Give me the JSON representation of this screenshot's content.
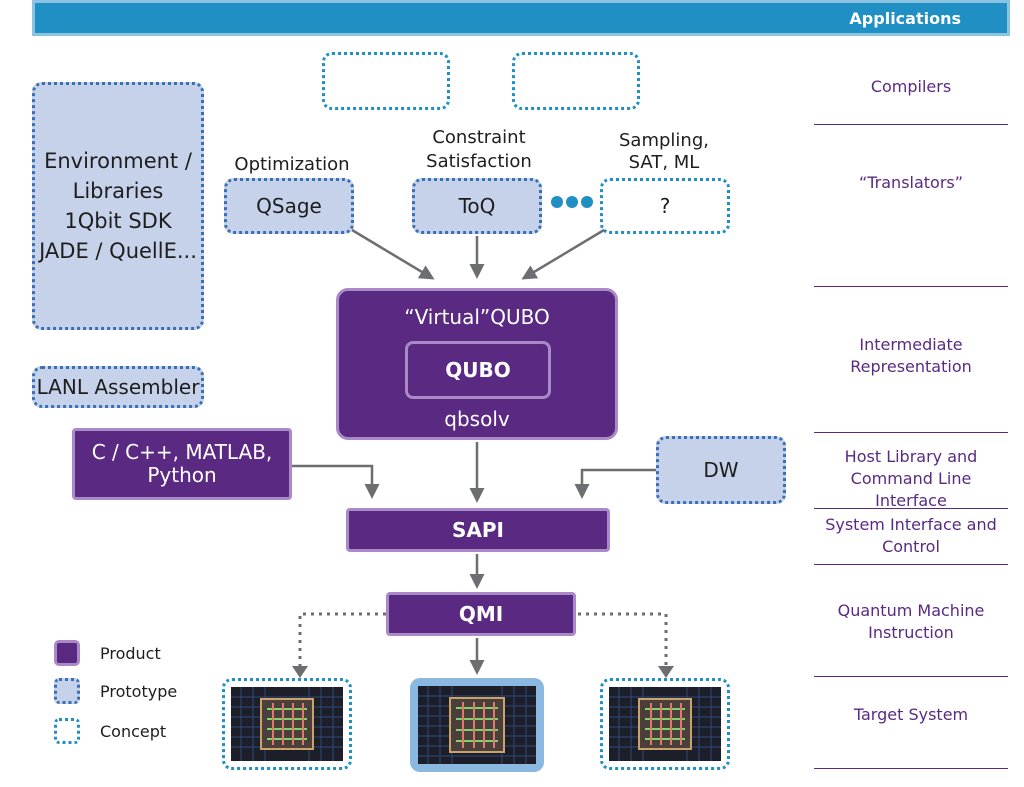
{
  "header": {
    "title": "Applications"
  },
  "layers": {
    "compilers": "Compilers",
    "translators": "“Translators”",
    "intermediate": "Intermediate Representation",
    "host": "Host Library and Command Line Interface",
    "system": "System Interface and Control",
    "qmi": "Quantum Machine Instruction",
    "target": "Target System"
  },
  "left": {
    "environment": [
      "Environment /",
      "Libraries",
      "1Qbit SDK",
      "JADE / QuellE..."
    ],
    "assembler": "LANL Assembler"
  },
  "translators": {
    "opt_label": "Optimization",
    "qsage": "QSage",
    "cs_label": [
      "Constraint",
      "Satisfaction"
    ],
    "toq": "ToQ",
    "samp_label": [
      "Sampling,",
      "SAT, ML"
    ],
    "unknown": "?"
  },
  "core": {
    "virtual": "“Virtual”QUBO",
    "qubo": "QUBO",
    "qbsolv": "qbsolv",
    "languages": [
      "C / C++, MATLAB,",
      "Python"
    ],
    "dw": "DW",
    "sapi": "SAPI",
    "qmi": "QMI"
  },
  "legend": {
    "product": "Product",
    "prototype": "Prototype",
    "concept": "Concept"
  },
  "colors": {
    "product": "#5a2a82",
    "prototype": "#c5d2ea",
    "concept": "#1f8fc4",
    "banner": "#1f8fc4"
  }
}
